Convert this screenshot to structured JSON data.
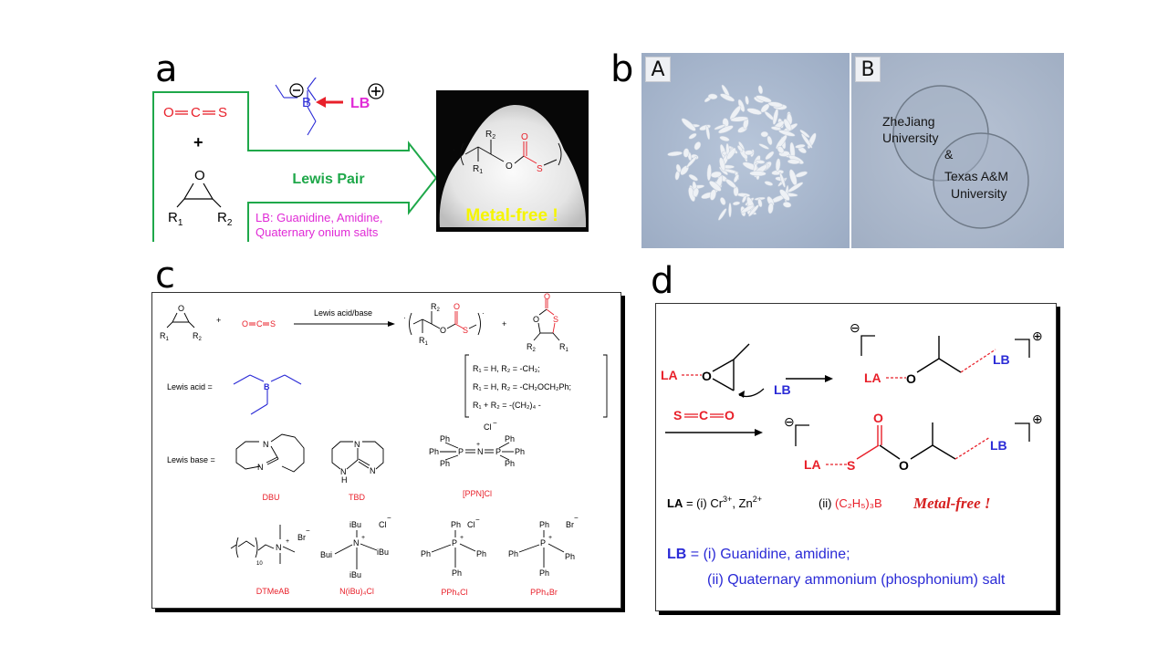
{
  "panels": {
    "a": {
      "letter": "a",
      "cos_formula": {
        "o": "O",
        "c": "C",
        "s": "S"
      },
      "plus": "+",
      "epoxide": {
        "o": "O",
        "r1": "R",
        "r1_sub": "1",
        "r2": "R",
        "r2_sub": "2"
      },
      "borane": {
        "b": "B",
        "minus": "−",
        "lb": "LB",
        "plus": "+"
      },
      "arrow_label": "Lewis Pair",
      "lb_note_line1": "LB: Guanidine, Amidine,",
      "lb_note_line2": "Quaternary onium salts",
      "photo": {
        "polymer": {
          "r1": "R",
          "r1_sub": "1",
          "r2": "R",
          "r2_sub": "2",
          "o_ester": "O",
          "o_carbonyl": "O",
          "s": "S"
        },
        "caption": "Metal-free !"
      },
      "colors": {
        "green": "#1fa84a",
        "red": "#e8202a",
        "magenta": "#e02ad6",
        "blue": "#2a2ad6",
        "yellow": "#f5f500"
      }
    },
    "b": {
      "letter": "b",
      "photo_a_label": "A",
      "photo_b_label": "B",
      "disc_text": [
        "ZheJiang",
        "University",
        "&",
        "Texas A&M",
        "University"
      ]
    },
    "c": {
      "letter": "c",
      "reaction": {
        "epoxide": {
          "o": "O",
          "r1": "R",
          "r1_sub": "1",
          "r2": "R",
          "r2_sub": "2"
        },
        "plus1": "+",
        "cos": {
          "o": "O",
          "c": "C",
          "s": "S"
        },
        "arrow_label": "Lewis acid/base",
        "polymer": {
          "r1": "R",
          "r1_sub": "1",
          "r2": "R",
          "r2_sub": "2",
          "o": "O",
          "o_carbonyl": "O",
          "s": "S"
        },
        "plus2": "+",
        "cyclic": {
          "o_carbonyl": "O",
          "o_ring": "O",
          "s": "S",
          "r1": "R",
          "r1_sub": "1",
          "r2": "R",
          "r2_sub": "2"
        }
      },
      "substituents": [
        "R₁ = H, R₂ = -CH₃;",
        "R₁ = H, R₂ = -CH₂OCH₂Ph;",
        "R₁ + R₂ = -(CH₂)₄ -"
      ],
      "lewis_acid_label": "Lewis acid =",
      "lewis_acid_atom": "B",
      "lewis_base_label": "Lewis base =",
      "bases": [
        {
          "name": "DBU"
        },
        {
          "name": "TBD"
        },
        {
          "name": "[PPN]Cl"
        },
        {
          "name": "DTMeAB"
        },
        {
          "name": "N(iBu)₄Cl"
        },
        {
          "name": "PPh₄Cl"
        },
        {
          "name": "PPh₄Br"
        }
      ],
      "atoms": {
        "n": "N",
        "h": "H",
        "p": "P",
        "ph": "Ph",
        "cl": "Cl",
        "br": "Br",
        "ibu": "iBu",
        "bui": "Bui",
        "minus": "−",
        "plus": "+",
        "ten": "10"
      }
    },
    "d": {
      "letter": "d",
      "la": "LA",
      "lb": "LB",
      "o": "O",
      "s": "S",
      "minus": "⊖",
      "plus": "⊕",
      "sco": {
        "s": "S",
        "c": "C",
        "o": "O"
      },
      "la_def_prefix": "LA",
      "la_def_i": " = (i) Cr",
      "la_def_cr_sup": "3+",
      "la_def_zn": ", Zn",
      "la_def_zn_sup": "2+",
      "la_def_ii_prefix": "(ii) ",
      "la_def_ii": "(C₂H₅)₃B",
      "metal_free": "Metal-free !",
      "lb_def_prefix": "LB",
      "lb_def_i": " = (i) Guanidine, amidine;",
      "lb_def_ii": "(ii) Quaternary ammonium (phosphonium) salt"
    }
  }
}
